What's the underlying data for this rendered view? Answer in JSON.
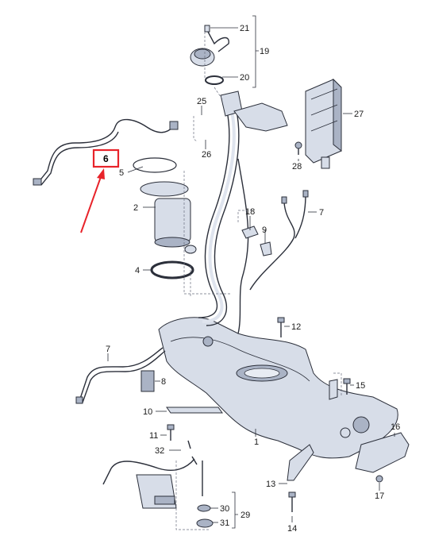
{
  "colors": {
    "highlight": "#e8232a",
    "linework": "#2b2f3a",
    "part_fill": "#d7dde8",
    "tank_fill": "#c9d0df"
  },
  "labels": {
    "p1": "1",
    "p2": "2",
    "p4": "4",
    "p5": "5",
    "p6": "6",
    "p7a": "7",
    "p7b": "7",
    "p8": "8",
    "p9": "9",
    "p10": "10",
    "p11": "11",
    "p12": "12",
    "p13": "13",
    "p14": "14",
    "p15": "15",
    "p16": "16",
    "p17": "17",
    "p18": "18",
    "p19": "19",
    "p20": "20",
    "p21": "21",
    "p25": "25",
    "p26": "26",
    "p27": "27",
    "p28": "28",
    "p29": "29",
    "p30": "30",
    "p31": "31",
    "p32": "32"
  }
}
